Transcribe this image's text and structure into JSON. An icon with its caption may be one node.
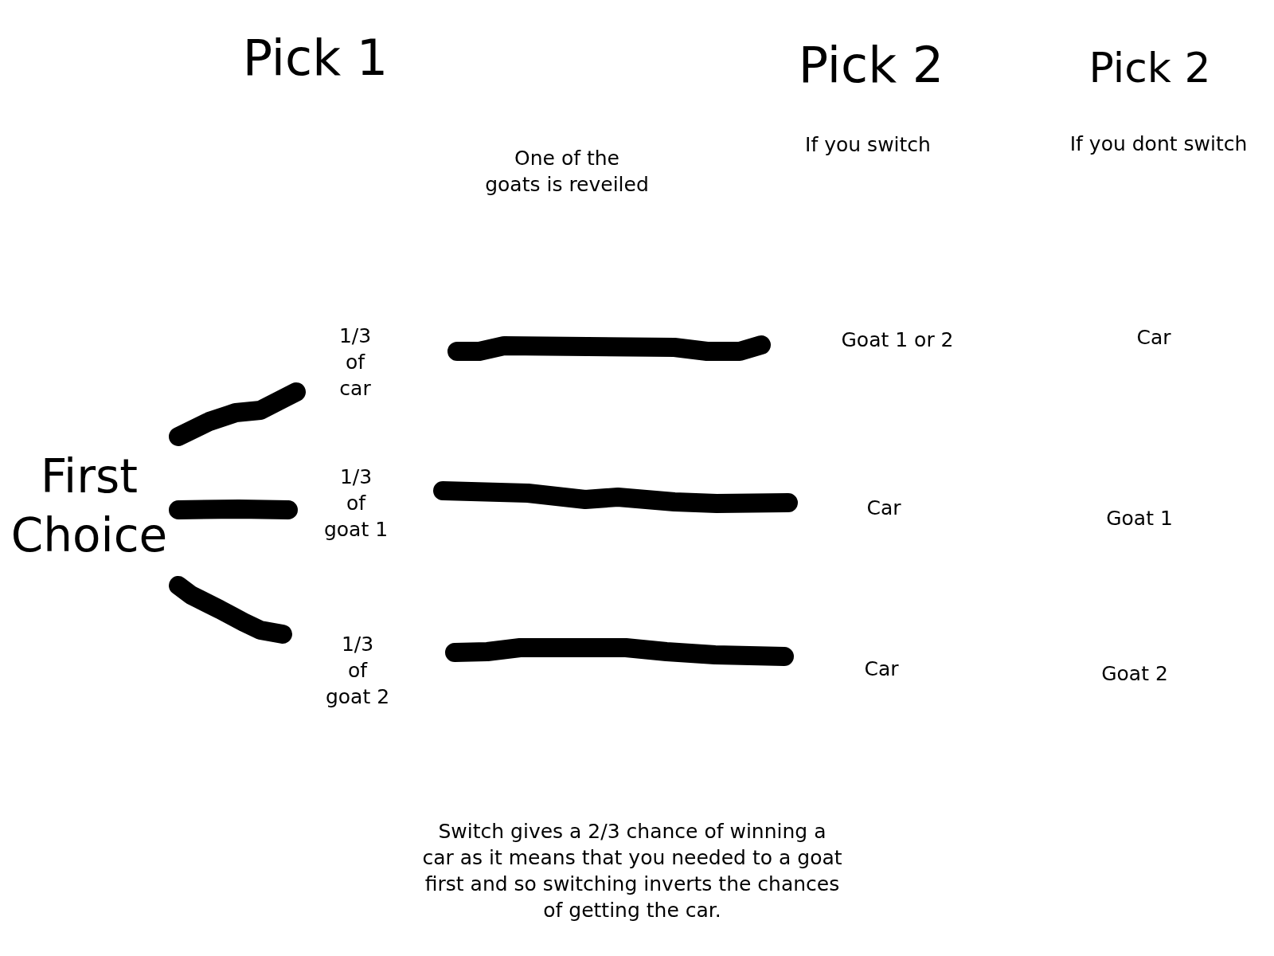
{
  "diagram": {
    "nodes": [
      {
        "text": [
          "First Choice"
        ]
      },
      {
        "text": [
          "1/3 of car"
        ]
      },
      {
        "text": [
          "1/3 of goat 1"
        ]
      },
      {
        "text": [
          "1/3 of goat 2"
        ]
      },
      {
        "text": [
          "Goat 1 or 2"
        ]
      },
      {
        "text": [
          "Car"
        ]
      },
      {
        "text": [
          "Car"
        ]
      }
    ],
    "edges": [
      {
        "from": 0,
        "to": 1,
        "arrow": "none"
      },
      {
        "from": 0,
        "to": 2,
        "arrow": "none"
      },
      {
        "from": 0,
        "to": 3,
        "arrow": "none"
      },
      {
        "from": 1,
        "to": 4,
        "arrow": "none"
      },
      {
        "from": 2,
        "to": 5,
        "arrow": "none"
      },
      {
        "from": 3,
        "to": 6,
        "arrow": "none"
      }
    ],
    "labels": [
      "Pick 1",
      "Pick 2",
      "Pick 2",
      "One of the goats is reveiled",
      "If you switch",
      "If you dont switch",
      "Car",
      "Goat 1",
      "Goat 2",
      "Switch gives a 2/3 chance of winning a car as it means that you needed to a goat first and so switching inverts the chances of getting the car."
    ]
  }
}
